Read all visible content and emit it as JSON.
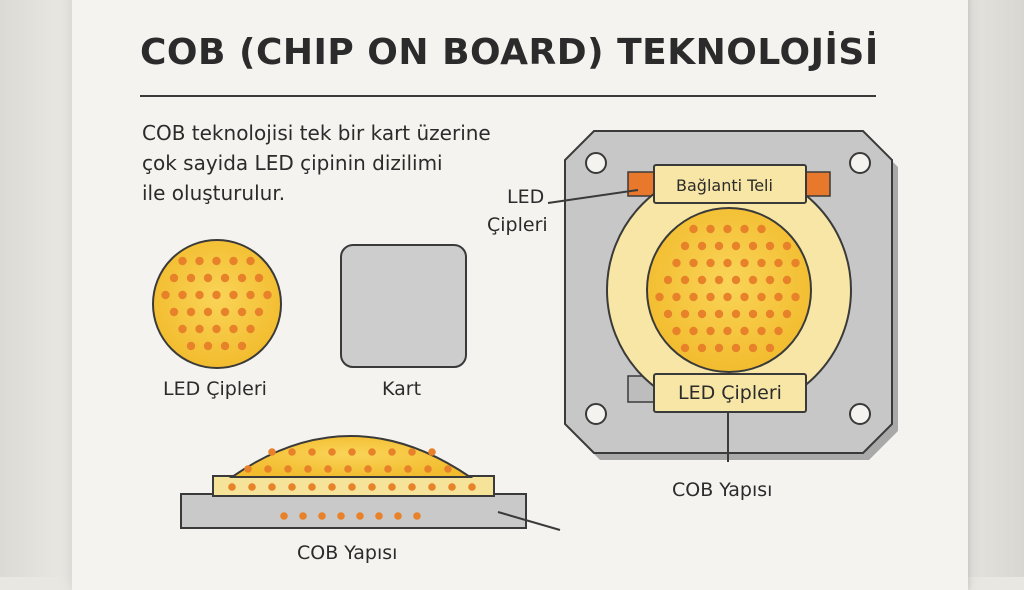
{
  "title": "COB (CHIP ON BOARD) TEKNOLOJİSİ",
  "description": [
    "COB teknolojisi tek bir kart üzerine",
    "çok sayida LED çipinin dizilimi",
    "ile oluşturulur."
  ],
  "left_labels": {
    "led_chips": "LED Çipleri",
    "board": "Kart",
    "cob_structure": "COB Yapısı"
  },
  "right_labels": {
    "led_chips_callout_line1": "LED",
    "led_chips_callout_line2": "Çipleri",
    "bond_wire": "Bağlanti Teli",
    "inner_led_chips": "LED Çipleri",
    "cob_structure": "COB Yapısı"
  },
  "colors": {
    "chip_yellow": "#f6c83c",
    "dot_orange": "#e8822a",
    "board_gray": "#cfcfcf",
    "frame_gray": "#c4c4c4",
    "pale_yellow": "#f8e7a6",
    "outline": "#3a3a3a"
  }
}
